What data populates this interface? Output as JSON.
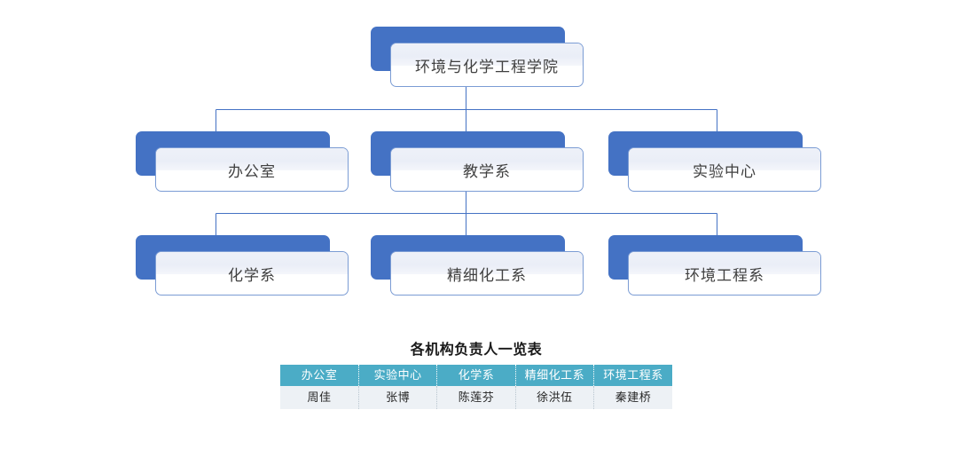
{
  "org_chart": {
    "accent_color": "#4472C4",
    "card_border_color": "#7b9cd4",
    "levels": [
      {
        "level": 1,
        "nodes": [
          {
            "label": "环境与化学工程学院"
          }
        ]
      },
      {
        "level": 2,
        "nodes": [
          {
            "label": "办公室"
          },
          {
            "label": "教学系"
          },
          {
            "label": "实验中心"
          }
        ]
      },
      {
        "level": 3,
        "nodes": [
          {
            "label": "化学系"
          },
          {
            "label": "精细化工系"
          },
          {
            "label": "环境工程系"
          }
        ]
      }
    ]
  },
  "duty_table": {
    "title": "各机构负责人一览表",
    "header_color": "#4BACC6",
    "row_color": "#EDF1F5",
    "columns": [
      "办公室",
      "实验中心",
      "化学系",
      "精细化工系",
      "环境工程系"
    ],
    "rows": [
      [
        "周佳",
        "张博",
        "陈莲芬",
        "徐洪伍",
        "秦建桥"
      ]
    ]
  }
}
